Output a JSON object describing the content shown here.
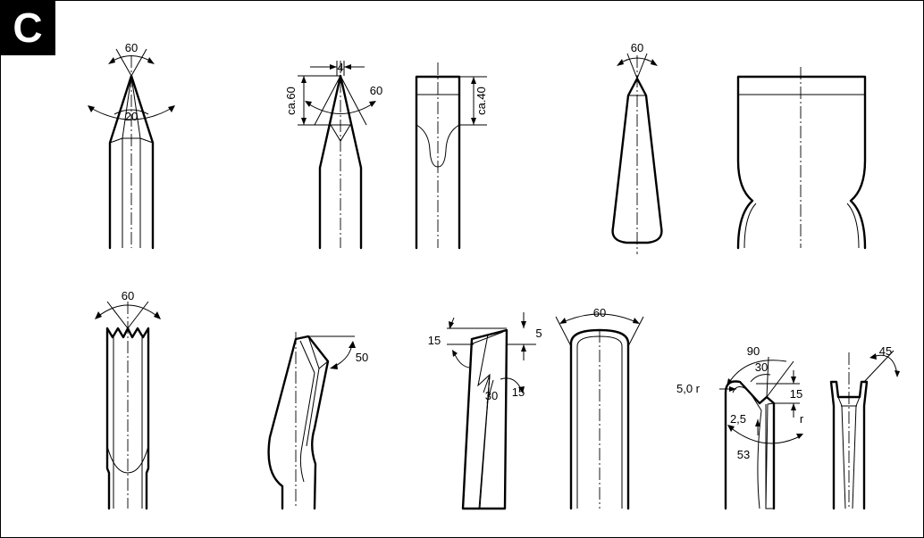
{
  "panel": {
    "label": "C"
  },
  "tools": {
    "pointed_chisel": {
      "tip_angle": "60",
      "bevel_angle": "20"
    },
    "pointed_chisel_side": {
      "tip_width": "4",
      "length": "ca.60",
      "angle": "60"
    },
    "flat_chisel_side": {
      "length": "ca.40"
    },
    "tapered_point": {
      "angle": "60"
    },
    "toothed_chisel": {
      "angle": "60"
    },
    "gouge_chisel": {
      "angle": "50"
    },
    "channel_chisel_section": {
      "angle_top": "15",
      "offset": "5",
      "angle_bottom": "30",
      "angle_right": "15"
    },
    "rounded_chisel": {
      "angle": "60"
    },
    "joint_chisel": {
      "angle": "90",
      "angle_inner": "30",
      "radius": "5,0 r",
      "height": "15",
      "r_label": "r",
      "depth": "2,5",
      "angle_lower": "53"
    },
    "narrow_chisel": {
      "angle": "45"
    }
  }
}
